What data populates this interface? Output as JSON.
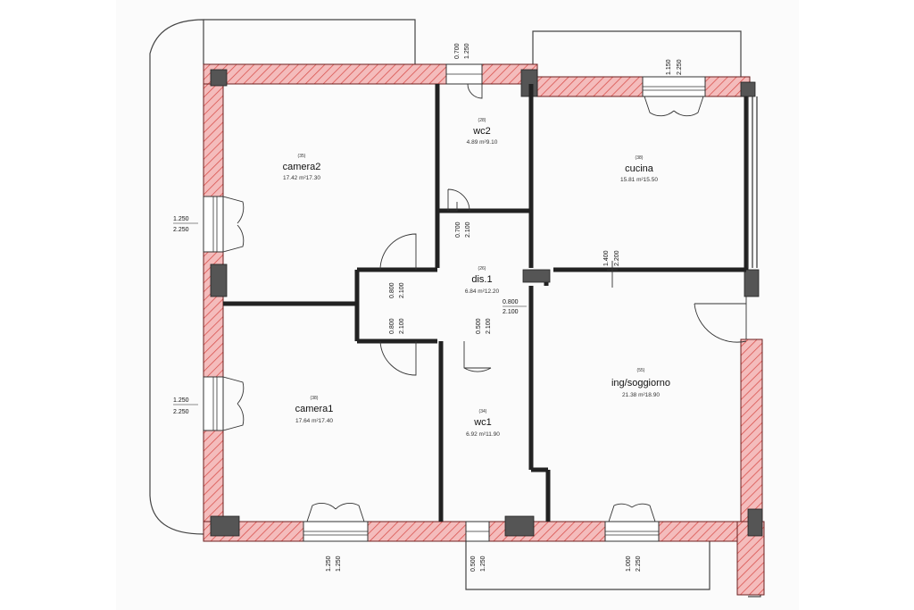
{
  "rooms": [
    {
      "id": "camera2",
      "code": "(35)",
      "name": "camera2",
      "area": "17.42 m²17.30"
    },
    {
      "id": "wc2",
      "code": "(28)",
      "name": "wc2",
      "area": "4.89 m²9.10"
    },
    {
      "id": "cucina",
      "code": "(38)",
      "name": "cucina",
      "area": "15.81 m²15.50"
    },
    {
      "id": "dis1",
      "code": "(26)",
      "name": "dis.1",
      "area": "6.84 m²12.20"
    },
    {
      "id": "camera1",
      "code": "(38)",
      "name": "camera1",
      "area": "17.64 m²17.40"
    },
    {
      "id": "wc1",
      "code": "(34)",
      "name": "wc1",
      "area": "6.92 m²11.90"
    },
    {
      "id": "soggiorno",
      "code": "(55)",
      "name": "ing/soggiorno",
      "area": "21.38 m²18.90"
    }
  ],
  "openings": [
    {
      "id": "wc2-window",
      "w": "0.700",
      "h": "1.250"
    },
    {
      "id": "cucina-window",
      "w": "1.150",
      "h": "2.250"
    },
    {
      "id": "camera2-window",
      "w": "1.250",
      "h": "2.250"
    },
    {
      "id": "wc2-door",
      "w": "0.700",
      "h": "2.100"
    },
    {
      "id": "cucina-door",
      "w": "1.400",
      "h": "2.200"
    },
    {
      "id": "camera2-door",
      "w": "0.800",
      "h": "2.100"
    },
    {
      "id": "dis-door",
      "w": "0.800",
      "h": "2.100"
    },
    {
      "id": "camera1-door",
      "w": "0.800",
      "h": "2.100"
    },
    {
      "id": "wc1-door",
      "w": "0.500",
      "h": "2.100"
    },
    {
      "id": "camera1-window-left",
      "w": "1.250",
      "h": "2.250"
    },
    {
      "id": "camera1-window-bottom",
      "w": "1.250",
      "h": "1.250"
    },
    {
      "id": "wc1-window",
      "w": "0.500",
      "h": "1.250"
    },
    {
      "id": "soggiorno-window",
      "w": "1.000",
      "h": "2.250"
    }
  ],
  "colors": {
    "wall_fill": "#f2b5b5",
    "wall_hatch": "#d9534f",
    "wall_stroke": "#6b2020",
    "line": "#222222",
    "column": "#555555"
  }
}
